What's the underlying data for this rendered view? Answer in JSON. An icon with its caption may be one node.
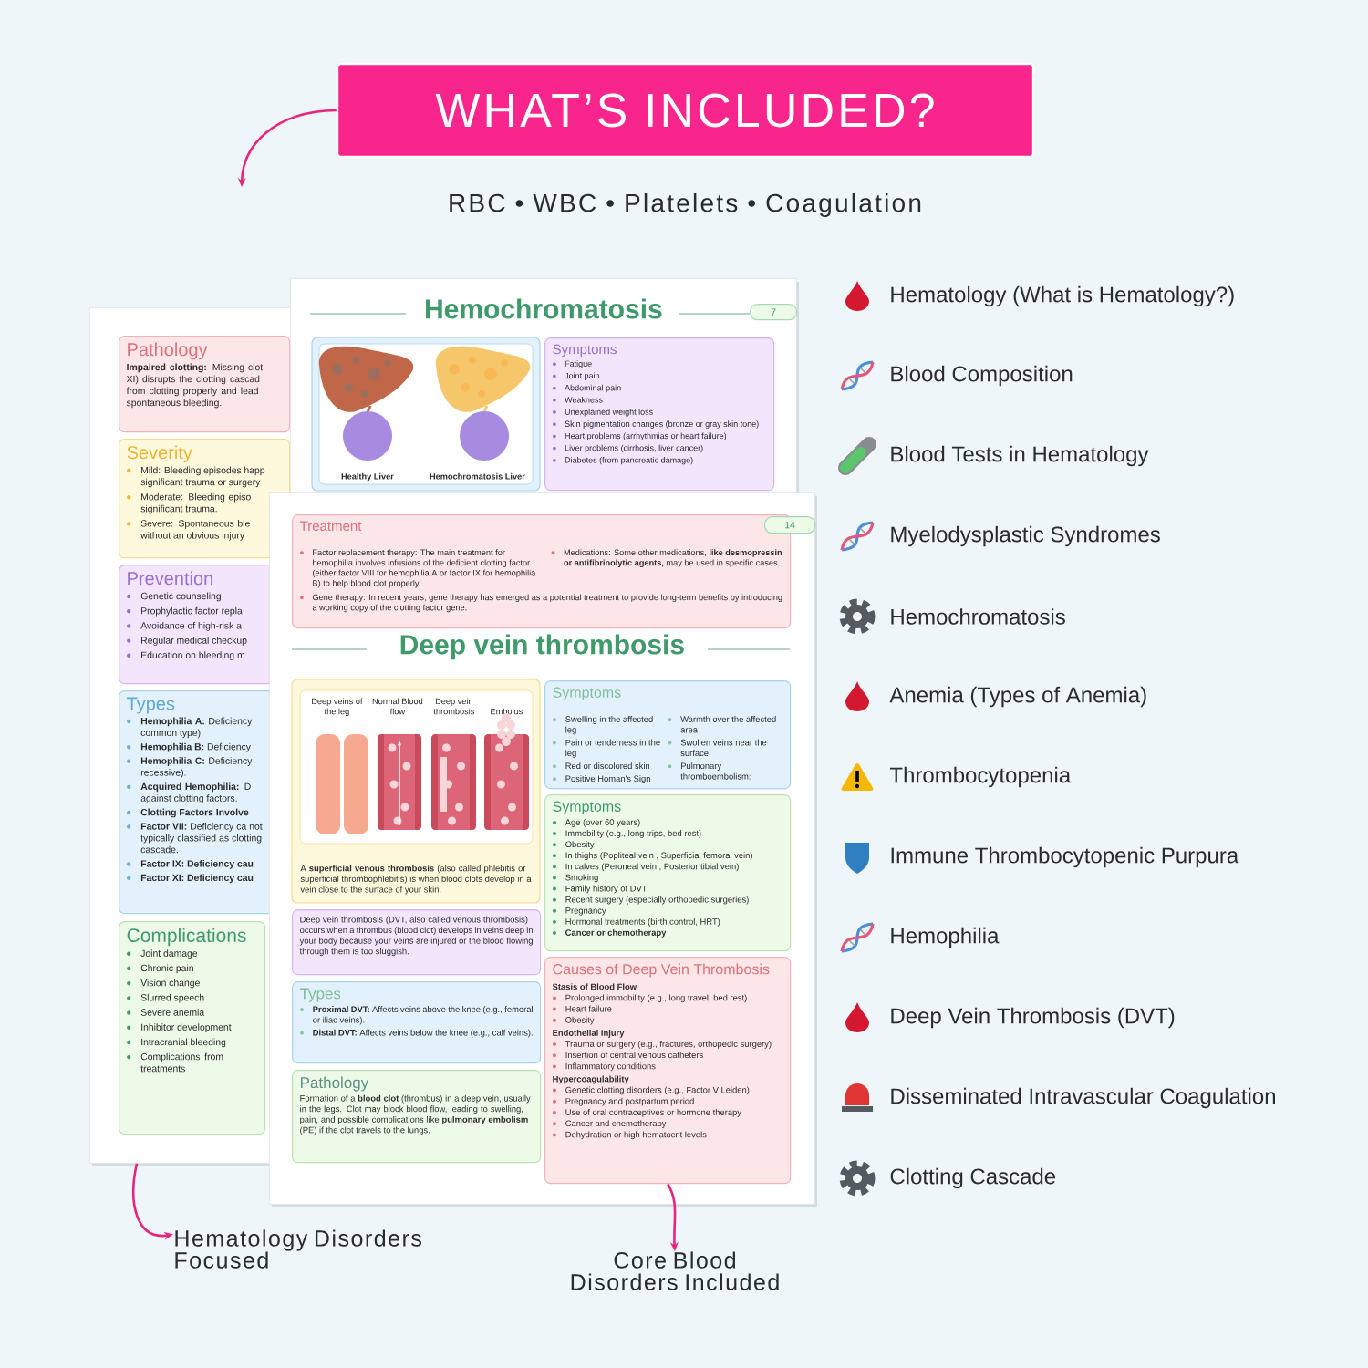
{
  "diagram": {
    "nodes": [
      {
        "text": [
          "WHAT’S INCLUDED?"
        ]
      },
      {
        "text": [],
        "shape": "box"
      },
      {
        "text": [
          "Pathology",
          "**Impaired clotting:** Missing clot XI) disrupts the clotting cascad from clotting properly and lead spontaneous bleeding."
        ],
        "in": 1
      },
      {
        "text": [
          "Severity",
          "Mild: Bleeding episodes happ significant trauma or surgery",
          "Moderate: Bleeding episo significant trauma.",
          "Severe: Spontaneous ble without an obvious injury"
        ],
        "in": 1
      },
      {
        "text": [
          "Prevention",
          "Genetic counseling",
          "Prophylactic factor repla",
          "Avoidance of high-risk a",
          "Regular medical checkup",
          "Education on bleeding m"
        ],
        "in": 1
      },
      {
        "text": [
          "Types",
          "**Hemophilia A:** Deficiency common type).",
          "**Hemophilia B:** Deficiency",
          "**Hemophilia C:** Deficiency recessive).",
          "**Acquired Hemophilia:** D against clotting factors.",
          "**Clotting Factors Involve**",
          "**Factor VII:** Deficiency ca not typically classified as clotting cascade.",
          "**Factor IX: Deficiency cau**",
          "**Factor XI: Deficiency cau**"
        ],
        "in": 1
      },
      {
        "text": [
          "Complications",
          "Joint damage",
          "Chronic pain",
          "Vision change",
          "Slurred speech",
          "Severe anemia",
          "Inhibitor development",
          "Intracranial bleeding",
          "Complications from treatments"
        ],
        "in": 1
      },
      {
        "text": [
          "Hemochromatosis"
        ]
      },
      {
        "text": [
          "7"
        ],
        "in": 7
      },
      {
        "text": [
          "Healthy Liver",
          "Hemochromatosis Liver"
        ],
        "in": 7
      },
      {
        "text": [
          "Symptoms",
          "Fatigue",
          "Joint pain",
          "Abdominal pain",
          "Weakness",
          "Unexplained weight loss",
          "Skin pigmentation changes (bronze or gray skin tone)",
          "Heart problems (arrhythmias or heart failure)",
          "Liver problems (cirrhosis, liver cancer)",
          "Diabetes (from pancreatic damage)"
        ],
        "in": 7
      },
      {
        "text": [
          "Deep vein thrombosis"
        ]
      },
      {
        "text": [
          "14"
        ],
        "in": 11
      },
      {
        "text": [
          "Treatment",
          "Factor replacement therapy: The main treatment for hemophilia involves infusions of the deficient clotting factor (either factor VIII for hemophilia A or factor IX for hemophilia B) to help blood clot properly.",
          "Medications: Some other medications, **like desmopressin or antifibrinolytic agents,** may be used in specific cases.",
          "Gene therapy: In recent years, gene therapy has emerged as a potential treatment to provide long-term benefits by introducing a working copy of the clotting factor gene."
        ],
        "in": 11
      },
      {
        "text": [
          "Deep veins of the leg",
          "Normal Blood flow",
          "Deep vein thrombosis",
          "Embolus",
          "A **superficial venous thrombosis** (also called phlebitis or superficial thrombophlebitis) is when blood clots develop in a vein close to the surface of your skin."
        ],
        "in": 11
      },
      {
        "text": [
          "Deep vein thrombosis (DVT, also called venous thrombosis) occurs when a thrombus (blood clot) develops in veins deep in your body because your veins are injured or the blood flowing through them is too sluggish."
        ],
        "in": 11
      },
      {
        "text": [
          "Symptoms",
          "Swelling in the affected leg",
          "Pain or tenderness in the leg",
          "Red or discolored skin",
          "Positive Homan's Sign",
          "Warmth over the affected area",
          "Swollen veins near the surface",
          "Pulmonary thromboembolism:"
        ],
        "in": 11
      },
      {
        "text": [
          "Symptoms",
          "Age (over 60 years)",
          "Immobility (e.g., long trips, bed rest)",
          "Obesity",
          "In thighs (Popliteal vein , Superficial femoral vein)",
          "In calves (Peroneal vein , Posterior tibial vein)",
          "Smoking",
          "Family history of DVT",
          "Recent surgery (especially orthopedic surgeries)",
          "Pregnancy",
          "Hormonal treatments (birth control, HRT)",
          "**Cancer or chemotherapy**"
        ],
        "in": 11
      },
      {
        "text": [
          "Types",
          "**Proximal DVT:** Affects veins above the knee (e.g., femoral or iliac veins).",
          "**Distal DVT:** Affects veins below the knee (e.g., calf veins)."
        ],
        "in": 11
      },
      {
        "text": [
          "Pathology",
          "Formation of a **blood clot** (thrombus) in a deep vein, usually in the legs. Clot may block blood flow, leading to swelling, pain, and possible complications like **pulmonary embolism** (PE) if the clot travels to the lungs."
        ],
        "in": 11
      },
      {
        "text": [
          "Causes of Deep Vein Thrombosis",
          "Stasis of Blood Flow",
          "Prolonged immobility (e.g., long travel, bed rest)",
          "Heart failure",
          "Obesity",
          "Endothelial Injury",
          "Trauma or surgery (e.g., fractures, orthopedic surgery)",
          "Insertion of central venous catheters",
          "Inflammatory conditions",
          "Hypercoagulability",
          "Genetic clotting disorders (e.g., Factor V Leiden)",
          "Pregnancy and postpartum period",
          "Use of oral contraceptives or hormone therapy",
          "Cancer and chemotherapy",
          "Dehydration or high hematocrit levels"
        ],
        "in": 11
      },
      {
        "text": [
          "Hematology Disorders Focused"
        ]
      },
      {
        "text": [
          "Core Blood Disorders Included"
        ]
      }
    ],
    "edges": [
      {
        "from": 0,
        "to": null,
        "arrow": "to"
      },
      {
        "from": 1,
        "to": 21,
        "arrow": "to"
      },
      {
        "from": 20,
        "to": 22,
        "arrow": "to"
      }
    ],
    "labels": [
      "RBC • WBC • Platelets • Coagulation",
      "Hematology (What is Hematology?)",
      "Blood Composition",
      "Blood Tests in Hematology",
      "Myelodysplastic Syndromes",
      "Hemochromatosis",
      "Anemia (Types of Anemia)",
      "Thrombocytopenia",
      "Immune Thrombocytopenic Purpura",
      "Hemophilia",
      "Deep Vein Thrombosis (DVT)",
      "Disseminated Intravascular Coagulation",
      "Clotting Cascade"
    ]
  }
}
